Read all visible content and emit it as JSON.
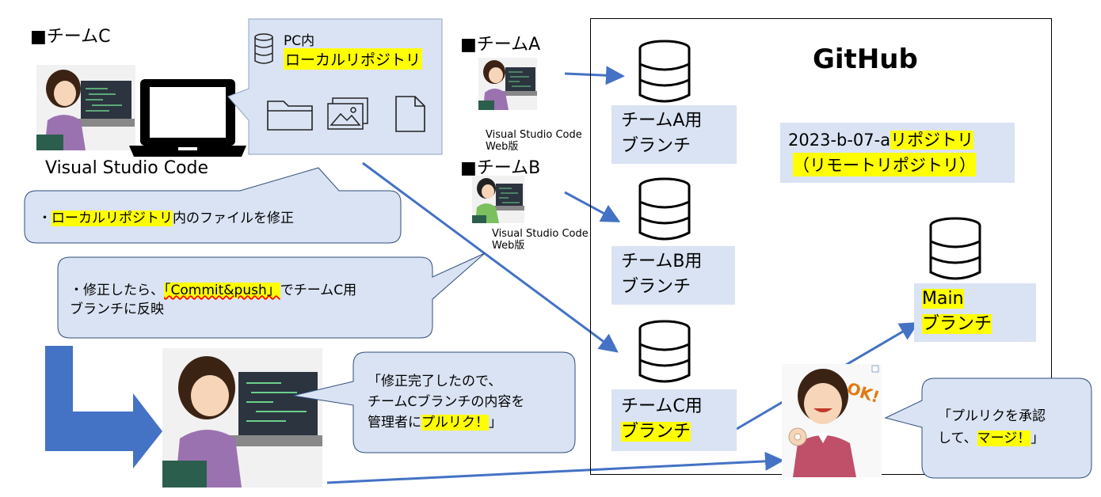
{
  "team_c": {
    "heading": "■チームC",
    "tool": "Visual Studio Code",
    "pc_label": "PC内",
    "local_repo": "ローカルリポジトリ"
  },
  "callout_edit": {
    "prefix": "・",
    "highlight": "ローカルリポジトリ",
    "suffix": "内のファイルを修正"
  },
  "callout_commit": {
    "line1_prefix": "・修正したら、",
    "line1_highlight": "「Commit&push」",
    "line1_suffix": "でチームC用",
    "line2": "ブランチに反映"
  },
  "callout_pr": {
    "line1": "「修正完了したので、",
    "line2": "チームCブランチの内容を",
    "line3_prefix": "管理者に",
    "line3_highlight": "プルリク！",
    "line3_suffix": "」"
  },
  "team_a": {
    "heading": "■チームA",
    "tool_line1": "Visual Studio Code",
    "tool_line2": "Web版"
  },
  "team_b": {
    "heading": "■チームB",
    "tool_line1": "Visual Studio Code",
    "tool_line2": "Web版"
  },
  "github": {
    "title": "GitHub",
    "repo_name": "2023-b-07-a",
    "repo_word": "リポジトリ",
    "repo_sub": "（リモートリポジトリ）",
    "branch_a_line1": "チームA用",
    "branch_a_line2": "ブランチ",
    "branch_b_line1": "チームB用",
    "branch_b_line2": "ブランチ",
    "branch_c_line1": "チームC用",
    "branch_c_line2": "ブランチ",
    "main_line1": "Main",
    "main_line2": "ブランチ"
  },
  "admin": {
    "ok": "OK!",
    "bubble_line1": "「プルリクを承認",
    "bubble_line2_prefix": "して、",
    "bubble_line2_highlight": "マージ！",
    "bubble_line2_suffix": "」"
  },
  "colors": {
    "accent_blue": "#4472c4",
    "box_fill": "#dae3f3",
    "highlight": "#ffff00",
    "person_shirt": "#9b72b0",
    "person_hair": "#3b2314"
  }
}
